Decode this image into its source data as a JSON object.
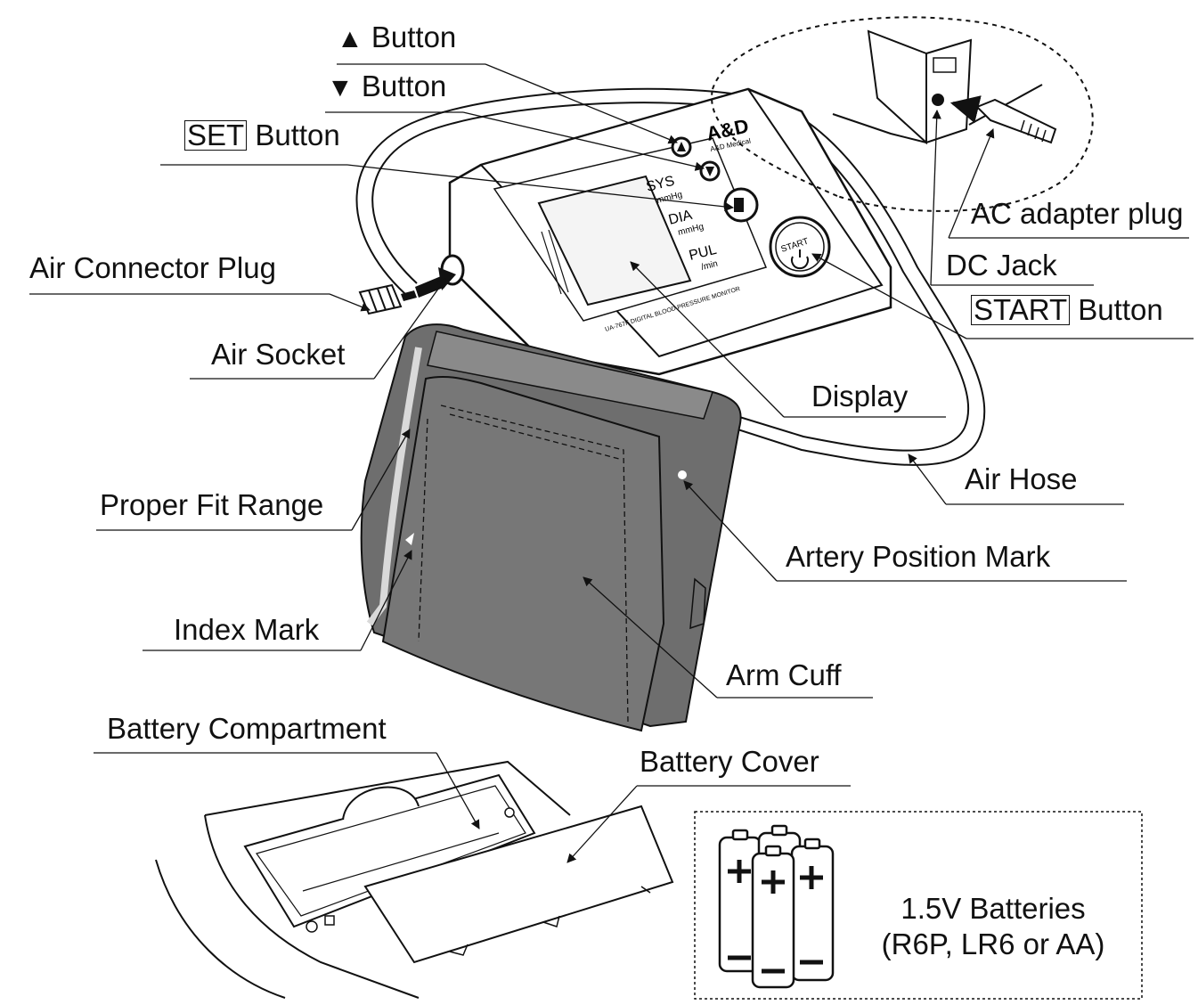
{
  "labels": {
    "up_button": {
      "symbol": "▲",
      "text": "Button"
    },
    "down_button": {
      "symbol": "▼",
      "text": "Button"
    },
    "set_button": {
      "boxed": "SET",
      "text": "Button"
    },
    "air_connector_plug": "Air Connector Plug",
    "air_socket": "Air Socket",
    "proper_fit_range": "Proper Fit Range",
    "index_mark": "Index Mark",
    "battery_compartment": "Battery Compartment",
    "ac_adapter_plug": "AC adapter plug",
    "dc_jack": "DC Jack",
    "start_button": {
      "boxed": "START",
      "text": "Button"
    },
    "display": "Display",
    "air_hose": "Air Hose",
    "artery_position_mark": "Artery Position Mark",
    "arm_cuff": "Arm Cuff",
    "battery_cover": "Battery Cover"
  },
  "device_markings": {
    "brand": "A&D",
    "brand_sub": "A&D Medical",
    "sys": "SYS",
    "sys_unit": "mmHg",
    "dia": "DIA",
    "dia_unit": "mmHg",
    "pul": "PUL",
    "pul_unit": "/min",
    "start_key": "START",
    "model_text": "UA-767F DIGITAL BLOOD PRESSURE MONITOR"
  },
  "batteries": {
    "line1": "1.5V Batteries",
    "line2": "(R6P, LR6 or AA)"
  },
  "colors": {
    "line": "#111111",
    "cuff_dark": "#6e6e6e",
    "cuff_mid": "#8a8a8a",
    "cuff_light": "#a9a9a9"
  }
}
